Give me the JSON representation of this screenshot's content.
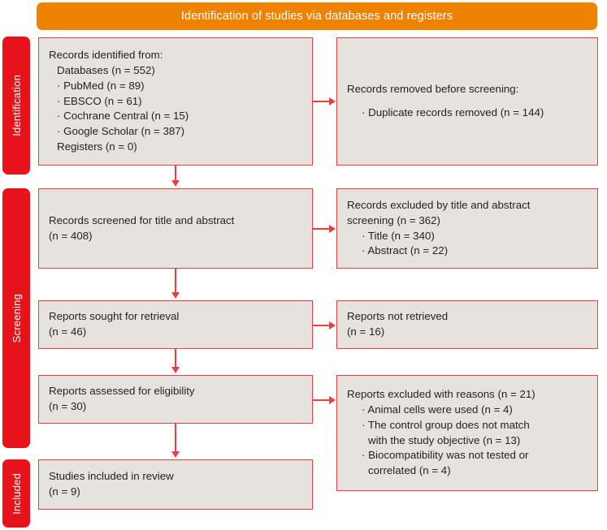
{
  "header": {
    "title": "Identification of studies via databases and registers"
  },
  "colors": {
    "banner": "#ef8200",
    "stage_bar": "#e8131a",
    "box_fill": "#e6e3df",
    "box_border": "#ef3e42",
    "connector": "#ef3e42",
    "text": "#231f20"
  },
  "stages": [
    {
      "id": "identification",
      "label": "Identification"
    },
    {
      "id": "screening",
      "label": "Screening"
    },
    {
      "id": "included",
      "label": "Included"
    }
  ],
  "boxes": {
    "identified": {
      "lines": [
        "Records identified from:",
        "Databases (n = 552)",
        "· PubMed (n = 89)",
        "· EBSCO (n = 61)",
        "· Cochrane Central (n = 15)",
        "· Google Scholar (n = 387)",
        "Registers (n = 0)"
      ]
    },
    "removed": {
      "lines": [
        "Records removed before screening:",
        "· Duplicate records removed (n = 144)"
      ]
    },
    "screened": {
      "lines": [
        "Records screened for title and abstract",
        "(n = 408)"
      ]
    },
    "excluded_screening": {
      "lines": [
        "Records excluded by title and abstract",
        "screening (n = 362)",
        "· Title (n = 340)",
        "· Abstract (n = 22)"
      ]
    },
    "sought": {
      "lines": [
        "Reports sought for retrieval",
        "(n = 46)"
      ]
    },
    "not_retrieved": {
      "lines": [
        "Reports not retrieved",
        "(n = 16)"
      ]
    },
    "assessed": {
      "lines": [
        "Reports assessed for eligibility",
        "(n = 30)"
      ]
    },
    "excluded_reasons": {
      "lines": [
        "Reports excluded with reasons (n = 21)",
        "· Animal cells were used (n = 4)",
        "· The control group does not match",
        "with the study objective (n = 13)",
        "· Biocompatibility was not tested or",
        "correlated (n = 4)"
      ]
    },
    "included": {
      "lines": [
        "Studies included in review",
        "(n = 9)"
      ]
    }
  }
}
